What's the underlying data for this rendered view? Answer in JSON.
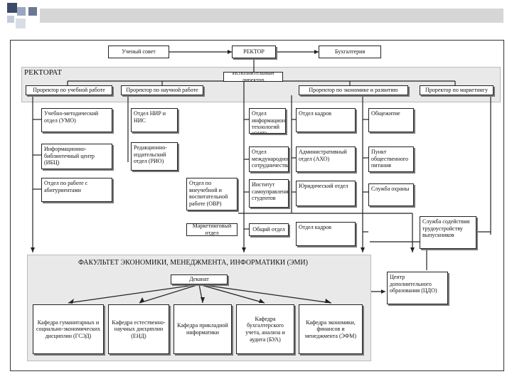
{
  "top": {
    "academic_council": "Ученый совет",
    "rector": "РЕКТОР",
    "accounting": "Бухгалтерия"
  },
  "rectorate": {
    "title": "РЕКТОРАТ",
    "executive_director": "Исполнительный директор",
    "vp_academic": "Проректор по учебной работе",
    "vp_research": "Проректор по научной работе",
    "vp_economics": "Проректор по экономике и развитию",
    "vp_marketing": "Проректор по маркетингу"
  },
  "units": {
    "umo": "Учебно-методический отдел (УМО)",
    "iic": "Информационно-библиотечный центр (ИБЦ)",
    "alumni": "Отдел по работе с абитуриентами",
    "nir": "Отдел НИР и НИС",
    "rio": "Редакционно-издательский отдел (РИО)",
    "vr": "Отдел по внеучебной и воспитательной работе (ОВР)",
    "it": "Отдел информационных технологий (ОИТ)",
    "cooperation": "Отдел международного сотрудничества",
    "student_council": "Институт самоуправления студентов",
    "hr": "Отдел кадров",
    "admin": "Административный отдел (АХО)",
    "legal": "Юридический отдел",
    "dormitory": "Общежитие",
    "catering": "Пункт общественного питания",
    "security": "Служба охраны",
    "staff": "Отдел кадров",
    "general": "Общий отдел",
    "marketing": "Маркетинговый отдел",
    "employment": "Служба содействия трудоустройству выпускников"
  },
  "faculty": {
    "title": "ФАКУЛЬТЕТ ЭКОНОМИКИ, МЕНЕДЖМЕНТА, ИНФОРМАТИКИ (ЭМИ)",
    "dean": "Деканат",
    "continuing_ed": "Центр дополнительного образования (ЦДО)",
    "departments": [
      "Кафедра гуманитарных и социально-экономических дисциплин (ГСЭД)",
      "Кафедра естественно-научных дисциплин (ЕНД)",
      "Кафедра прикладной информатики",
      "Кафедра бухгалтерского учета, анализа и аудита (БУА)",
      "Кафедра экономики, финансов и менеджмента (ЭФМ)"
    ]
  }
}
